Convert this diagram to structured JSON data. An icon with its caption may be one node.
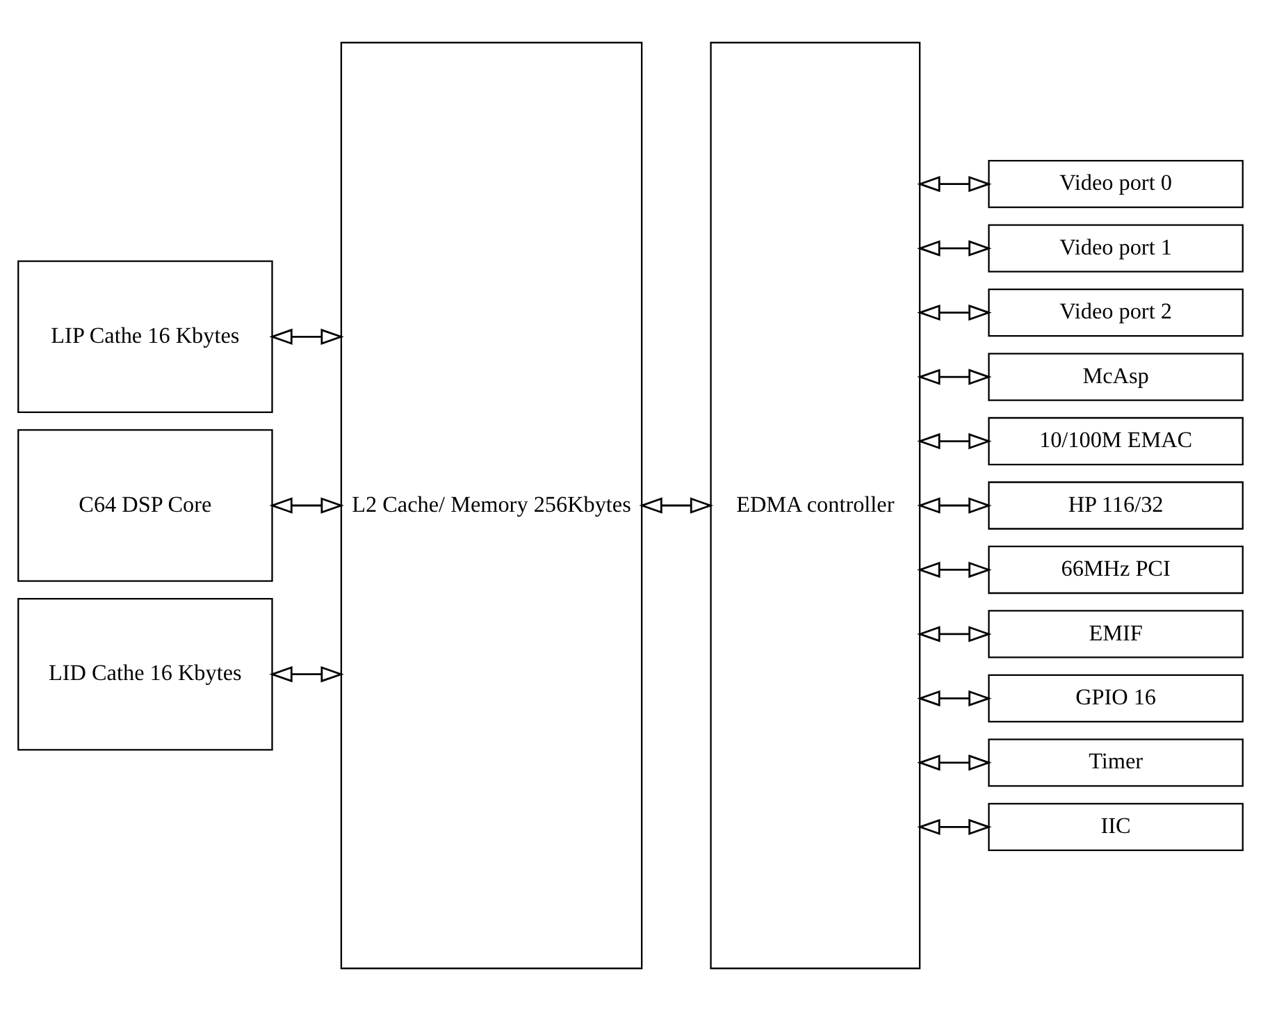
{
  "diagram": {
    "nodes": [
      {
        "text": [
          "LIP Cathe 16 Kbytes"
        ]
      },
      {
        "text": [
          "C64 DSP Core"
        ]
      },
      {
        "text": [
          "LID Cathe 16 Kbytes"
        ]
      },
      {
        "text": [
          "L2 Cache/ Memory 256Kbytes"
        ]
      },
      {
        "text": [
          "EDMA controller"
        ]
      },
      {
        "text": [
          "Video port 0"
        ]
      },
      {
        "text": [
          "Video port 1"
        ]
      },
      {
        "text": [
          "Video port 2"
        ]
      },
      {
        "text": [
          "McAsp"
        ]
      },
      {
        "text": [
          "10/100M EMAC"
        ]
      },
      {
        "text": [
          "HP 116/32"
        ]
      },
      {
        "text": [
          "66MHz PCI"
        ]
      },
      {
        "text": [
          "EMIF"
        ]
      },
      {
        "text": [
          "GPIO 16"
        ]
      },
      {
        "text": [
          "Timer"
        ]
      },
      {
        "text": [
          "IIC"
        ]
      }
    ],
    "edges": [
      {
        "from": 0,
        "to": 3,
        "arrow": "both"
      },
      {
        "from": 1,
        "to": 3,
        "arrow": "both"
      },
      {
        "from": 2,
        "to": 3,
        "arrow": "both"
      },
      {
        "from": 3,
        "to": 4,
        "arrow": "both"
      },
      {
        "from": 4,
        "to": 5,
        "arrow": "both"
      },
      {
        "from": 4,
        "to": 6,
        "arrow": "both"
      },
      {
        "from": 4,
        "to": 7,
        "arrow": "both"
      },
      {
        "from": 4,
        "to": 8,
        "arrow": "both"
      },
      {
        "from": 4,
        "to": 9,
        "arrow": "both"
      },
      {
        "from": 4,
        "to": 10,
        "arrow": "both"
      },
      {
        "from": 4,
        "to": 11,
        "arrow": "both"
      },
      {
        "from": 4,
        "to": 12,
        "arrow": "both"
      },
      {
        "from": 4,
        "to": 13,
        "arrow": "both"
      },
      {
        "from": 4,
        "to": 14,
        "arrow": "both"
      },
      {
        "from": 4,
        "to": 15,
        "arrow": "both"
      }
    ]
  }
}
